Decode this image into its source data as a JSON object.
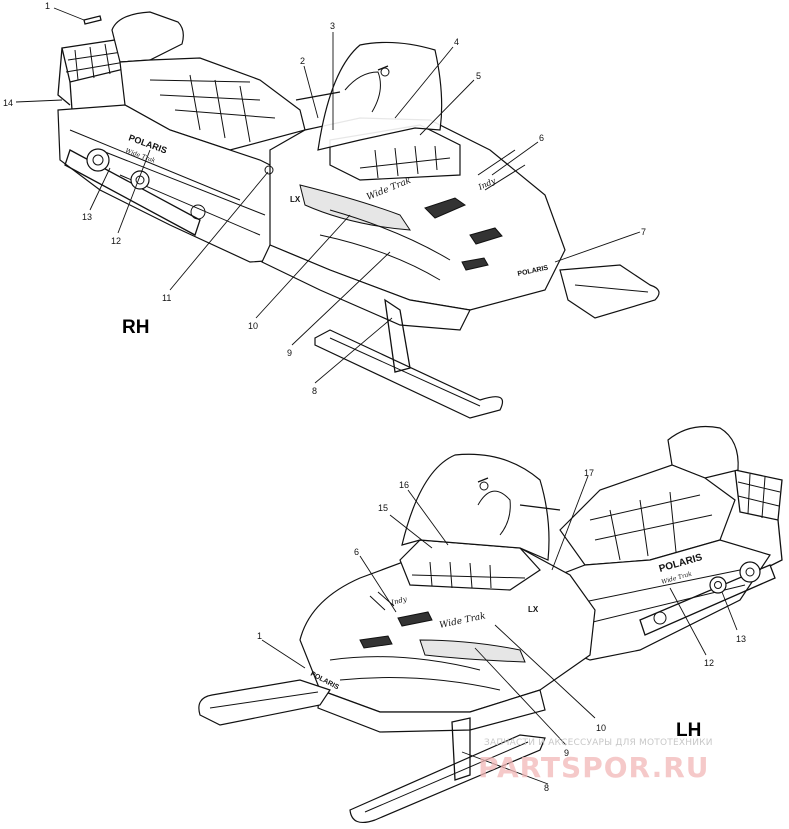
{
  "views": {
    "rh": {
      "label": "RH"
    },
    "lh": {
      "label": "LH"
    }
  },
  "decals": {
    "brand": "POLARIS",
    "model": "Wide Trak",
    "trim": "LX",
    "script": "Indy"
  },
  "callouts_rh": [
    "1",
    "2",
    "3",
    "4",
    "5",
    "6",
    "7",
    "8",
    "9",
    "10",
    "11",
    "12",
    "13",
    "14"
  ],
  "callouts_lh": [
    "1",
    "6",
    "8",
    "9",
    "10",
    "12",
    "13",
    "15",
    "16",
    "17"
  ],
  "watermark": {
    "tagline": "ЗАПЧАСТИ И АКСЕССУАРЫ ДЛЯ МОТОТЕХНИКИ",
    "site": "PARTSPOR.RU"
  }
}
